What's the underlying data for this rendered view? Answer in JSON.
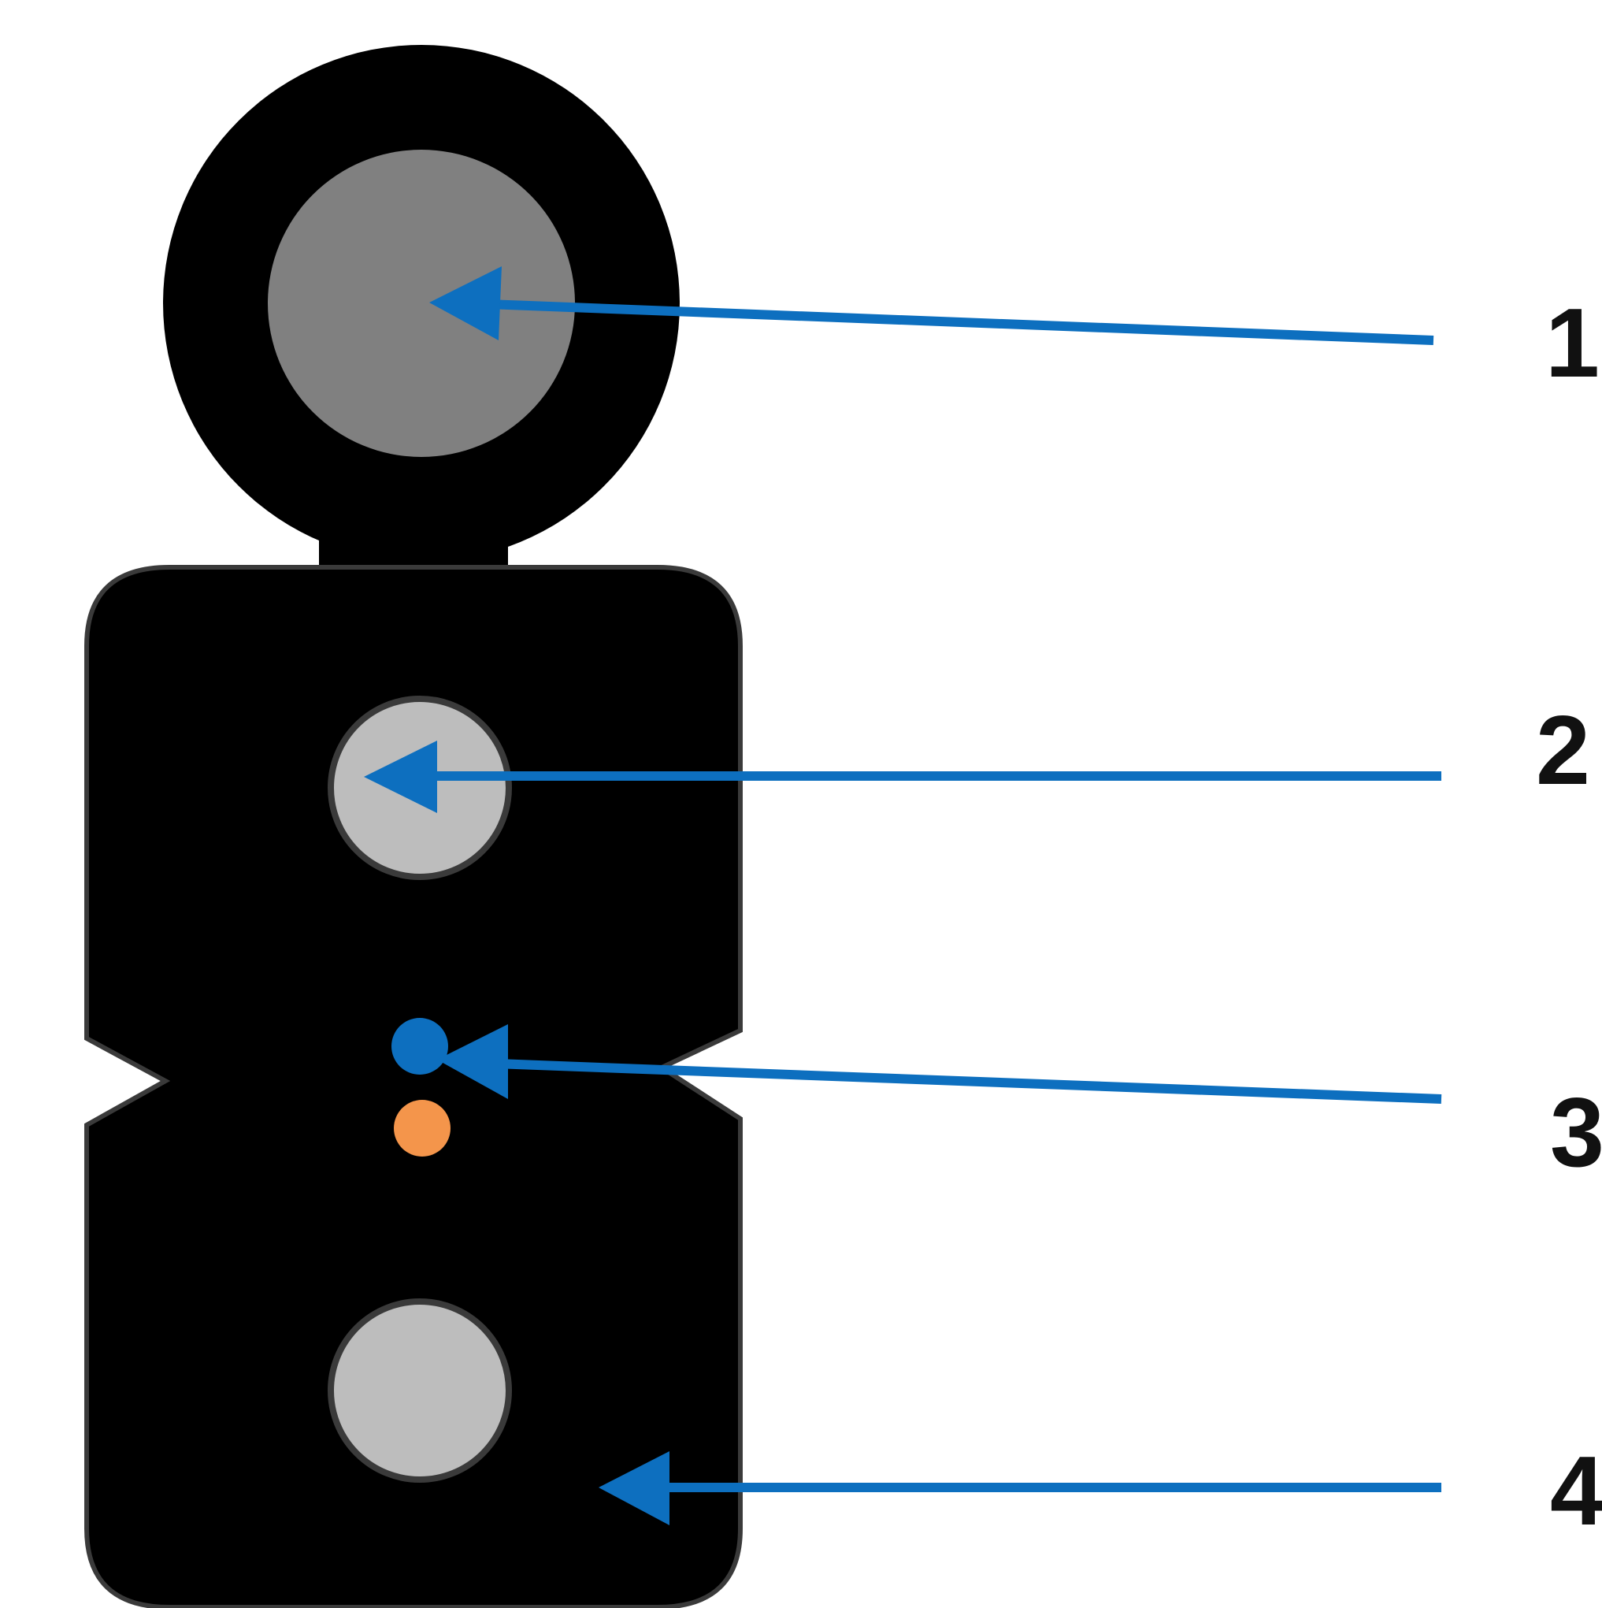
{
  "diagram": {
    "callouts": [
      {
        "label": "1",
        "target": "messenger-wire"
      },
      {
        "label": "2",
        "target": "strength-member"
      },
      {
        "label": "3",
        "target": "optical-fiber"
      },
      {
        "label": "4",
        "target": "outer-sheath"
      }
    ],
    "colors": {
      "sheath": "#000000",
      "sheath_outline": "#3a3a3a",
      "messenger": "#808080",
      "strength_member": "#bdbdbd",
      "strength_member_outline": "#3a3a3a",
      "fiber_blue": "#0d6fbf",
      "fiber_orange": "#f4954b",
      "arrow": "#0d6fbf",
      "label": "#111111",
      "background": "#ffffff"
    }
  }
}
